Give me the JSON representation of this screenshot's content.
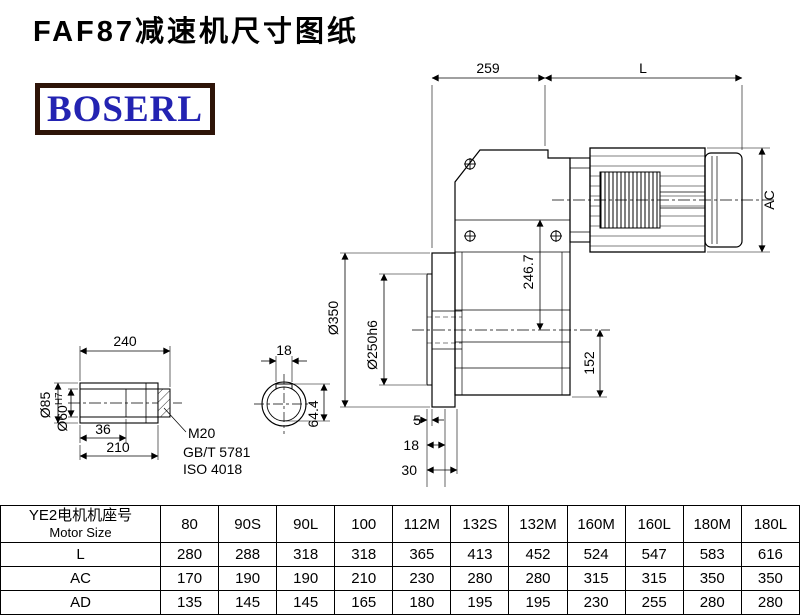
{
  "page": {
    "title": "FAF87减速机尺寸图纸",
    "logo_text": "BOSERL"
  },
  "drawing": {
    "main_view": {
      "dim_259": "259",
      "dim_L": "L",
      "dim_AC": "AC",
      "dim_246_7": "246.7",
      "dim_152": "152",
      "dim_d350": "Ø350",
      "dim_d250h6": "Ø250h6",
      "dim_5": "5",
      "dim_18": "18",
      "dim_30": "30"
    },
    "shaft_view": {
      "dim_240": "240",
      "dim_36": "36",
      "dim_210": "210",
      "dim_d85": "Ø85",
      "dim_d60": "Ø60",
      "dim_d60_tol": "H7",
      "label_m20": "M20",
      "label_gb": "GB/T 5781",
      "label_iso": "ISO 4018"
    },
    "section_view": {
      "dim_18": "18",
      "dim_64_4": "64.4"
    }
  },
  "table": {
    "header_cn": "YE2电机机座号",
    "header_en": "Motor Size",
    "sizes": [
      "80",
      "90S",
      "90L",
      "100",
      "112M",
      "132S",
      "132M",
      "160M",
      "160L",
      "180M",
      "180L"
    ],
    "rows": [
      {
        "label": "L",
        "values": [
          "280",
          "288",
          "318",
          "318",
          "365",
          "413",
          "452",
          "524",
          "547",
          "583",
          "616"
        ]
      },
      {
        "label": "AC",
        "values": [
          "170",
          "190",
          "190",
          "210",
          "230",
          "280",
          "280",
          "315",
          "315",
          "350",
          "350"
        ]
      },
      {
        "label": "AD",
        "values": [
          "135",
          "145",
          "145",
          "165",
          "180",
          "195",
          "195",
          "230",
          "255",
          "280",
          "280"
        ]
      }
    ]
  }
}
